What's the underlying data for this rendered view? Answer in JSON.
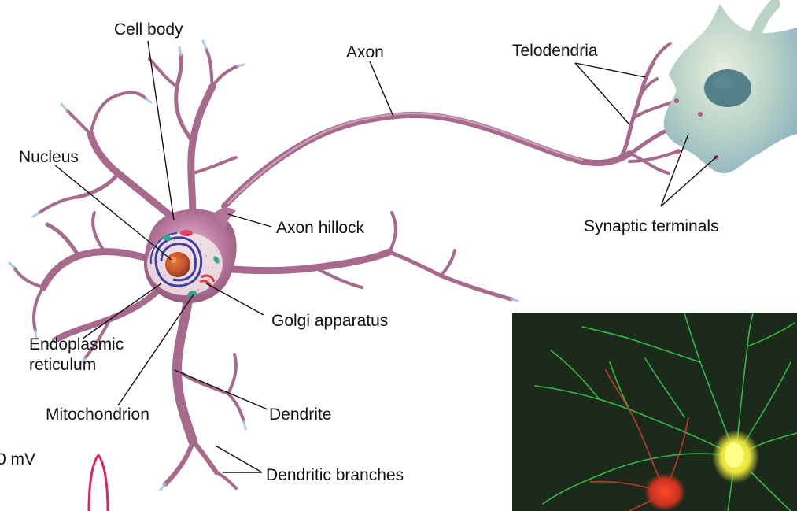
{
  "labels": {
    "cell_body": "Cell body",
    "axon": "Axon",
    "telodendria": "Telodendria",
    "nucleus": "Nucleus",
    "axon_hillock": "Axon hillock",
    "synaptic_terminals": "Synaptic terminals",
    "golgi_apparatus": "Golgi apparatus",
    "er_line1": "Endoplasmic",
    "er_line2": "reticulum",
    "mitochondrion": "Mitochondrion",
    "dendrite": "Dendrite",
    "dendritic_branches": "Dendritic branches"
  },
  "voltage_label": "0 mV",
  "colors": {
    "neuron": "#a76a8c",
    "soma": "#b97a9e",
    "target_cell": "#b9d3c6",
    "target_nucleus": "#3d6f7c",
    "action_potential": "#e0245e",
    "micrograph_background": "#1c2a1c",
    "micrograph_green": "#39d24a",
    "micrograph_red": "#e03a2a",
    "micrograph_yellow": "#f2f23a"
  }
}
